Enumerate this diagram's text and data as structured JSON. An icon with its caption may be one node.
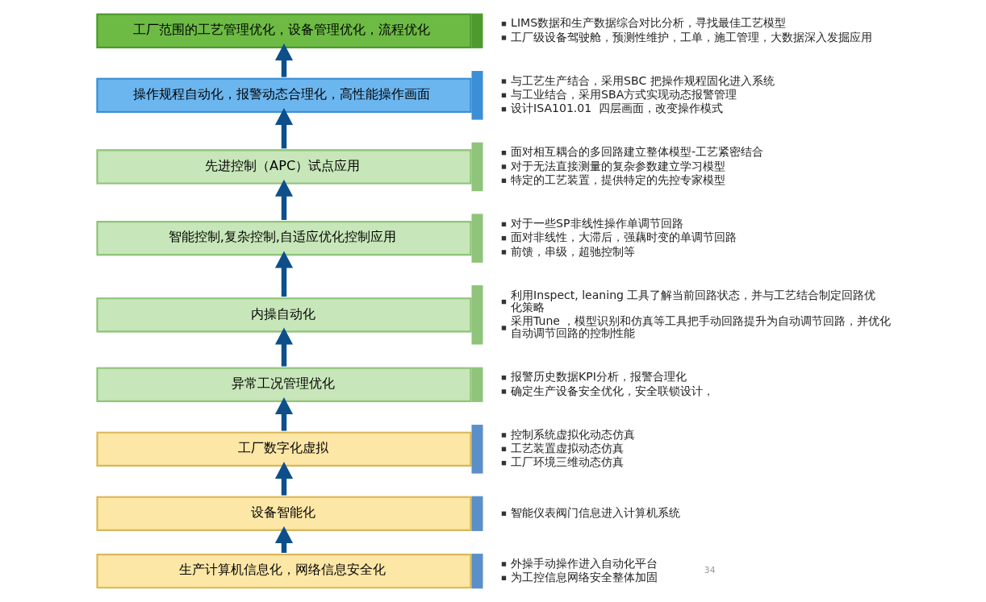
{
  "diagram": {
    "nodes": [
      {
        "text": [
          "工厂范围的工艺管理优化，设备管理优化，流程优化"
        ],
        "beside": [
          "LIMS数据和生产数据综合对比分析，寻找最佳工艺模型",
          "工厂级设备驾驶舱，预测性维护，工单，施工管理，大数据深入发掘应用"
        ]
      },
      {
        "text": [
          "操作规程自动化，报警动态合理化，高性能操作画面"
        ],
        "beside": [
          "与工艺生产结合，采用SBC 把操作规程固化进入系统",
          "与工业结合，采用SBA方式实现动态报警管理",
          "设计ISA101.01  四层画面，改变操作模式"
        ]
      },
      {
        "text": [
          "先进控制（APC）试点应用"
        ],
        "beside": [
          "面对相互耦合的多回路建立整体模型-工艺紧密结合",
          "对于无法直接测量的复杂参数建立学习模型",
          "特定的工艺装置，提供特定的先控专家模型"
        ]
      },
      {
        "text": [
          "智能控制,复杂控制,自适应优化控制应用"
        ],
        "beside": [
          "对于一些SP非线性操作单调节回路",
          "面对非线性，大滞后，强藕时变的单调节回路",
          "前馈，串级，超驰控制等"
        ]
      },
      {
        "text": [
          "内操自动化"
        ],
        "beside": [
          "利用Inspect, leaning 工具了解当前回路状态，并与工艺结合制定回路优化策略",
          "采用Tune ，模型识别和仿真等工具把手动回路提升为自动调节回路，并优化自动调节回路的控制性能"
        ]
      },
      {
        "text": [
          "异常工况管理优化"
        ],
        "beside": [
          "报警历史数据KPI分析，报警合理化",
          "确定生产设备安全优化，安全联锁设计，"
        ]
      },
      {
        "text": [
          "工厂数字化虚拟"
        ],
        "beside": [
          "控制系统虚拟化动态仿真",
          "工艺装置虚拟动态仿真",
          "工厂环境三维动态仿真"
        ]
      },
      {
        "text": [
          "设备智能化"
        ],
        "beside": [
          "智能仪表阀门信息进入计算机系统"
        ]
      },
      {
        "text": [
          "生产计算机信息化，网络信息安全化"
        ],
        "beside": [
          "外操手动操作进入自动化平台",
          "为工控信息网络安全整体加固"
        ]
      }
    ],
    "edges": [
      {
        "from": 8,
        "to": 7,
        "arrow": "to"
      },
      {
        "from": 7,
        "to": 6,
        "arrow": "to"
      },
      {
        "from": 6,
        "to": 5,
        "arrow": "to"
      },
      {
        "from": 5,
        "to": 4,
        "arrow": "to"
      },
      {
        "from": 4,
        "to": 3,
        "arrow": "to"
      },
      {
        "from": 3,
        "to": 2,
        "arrow": "to"
      },
      {
        "from": 2,
        "to": 1,
        "arrow": "to"
      },
      {
        "from": 1,
        "to": 0,
        "arrow": "to"
      }
    ],
    "labels": [
      "34"
    ]
  }
}
